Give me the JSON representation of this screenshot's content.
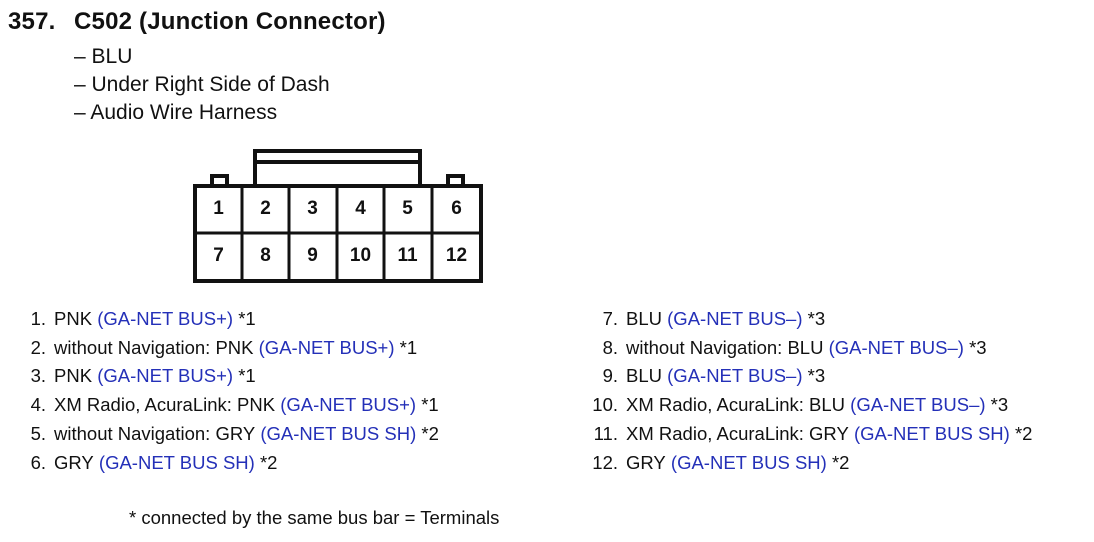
{
  "heading": {
    "number": "357.",
    "title": "C502 (Junction Connector)"
  },
  "details": [
    "– BLU",
    "– Under Right Side of Dash",
    "– Audio Wire Harness"
  ],
  "connector": {
    "rows": [
      [
        "1",
        "2",
        "3",
        "4",
        "5",
        "6"
      ],
      [
        "7",
        "8",
        "9",
        "10",
        "11",
        "12"
      ]
    ]
  },
  "pins_left": [
    {
      "num": "1.",
      "prefix": "PNK",
      "signal": "(GA-NET BUS+)",
      "note": "*1"
    },
    {
      "num": "2.",
      "prefix": "without Navigation: PNK",
      "signal": "(GA-NET BUS+)",
      "note": "*1"
    },
    {
      "num": "3.",
      "prefix": "PNK",
      "signal": "(GA-NET BUS+)",
      "note": "*1"
    },
    {
      "num": "4.",
      "prefix": "XM Radio, AcuraLink: PNK",
      "signal": "(GA-NET BUS+)",
      "note": "*1"
    },
    {
      "num": "5.",
      "prefix": "without Navigation: GRY",
      "signal": "(GA-NET BUS SH)",
      "note": "*2"
    },
    {
      "num": "6.",
      "prefix": "GRY",
      "signal": "(GA-NET BUS SH)",
      "note": "*2"
    }
  ],
  "pins_right": [
    {
      "num": "7.",
      "prefix": "BLU",
      "signal": "(GA-NET BUS–)",
      "note": "*3"
    },
    {
      "num": "8.",
      "prefix": "without Navigation: BLU",
      "signal": "(GA-NET BUS–)",
      "note": "*3"
    },
    {
      "num": "9.",
      "prefix": "BLU",
      "signal": "(GA-NET BUS–)",
      "note": "*3"
    },
    {
      "num": "10.",
      "prefix": "XM Radio, AcuraLink: BLU",
      "signal": "(GA-NET BUS–)",
      "note": "*3"
    },
    {
      "num": "11.",
      "prefix": "XM Radio, AcuraLink: GRY",
      "signal": "(GA-NET BUS SH)",
      "note": "*2"
    },
    {
      "num": "12.",
      "prefix": "GRY",
      "signal": "(GA-NET BUS SH)",
      "note": "*2"
    }
  ],
  "footnote": "* connected by the same bus bar = Terminals",
  "colors": {
    "signal_text": "#2430b8",
    "body_text": "#111111"
  }
}
